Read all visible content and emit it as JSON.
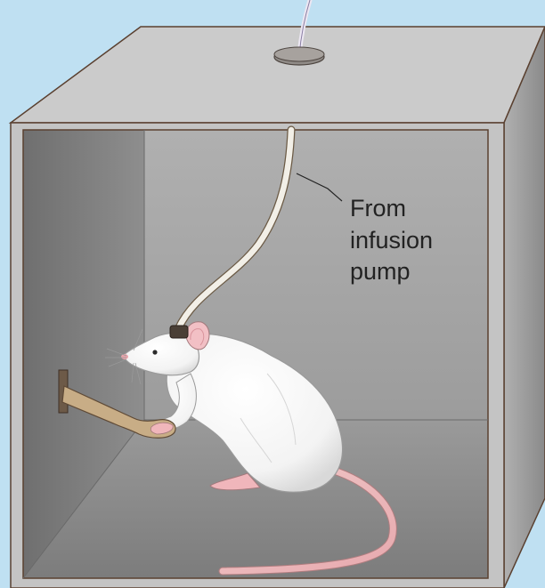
{
  "figure": {
    "annotation_lines": [
      "From",
      "infusion",
      "pump"
    ],
    "colors": {
      "background": "#bfe0f2",
      "box_top": "#c9c9c9",
      "box_right": "#9a9a9a",
      "inner_back": "#a9a9a9",
      "inner_left": "#7f7f7f",
      "floor": "#8c8c8c",
      "rat_fur": "#ffffff",
      "rat_skin": "#f1b9bf",
      "lever": "#c8ad86",
      "tube": "#f2efe7"
    }
  }
}
